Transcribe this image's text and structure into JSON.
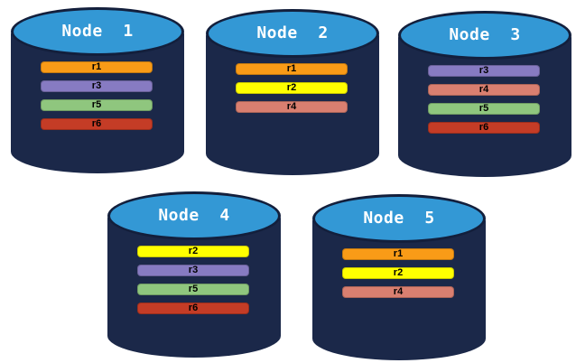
{
  "diagram": {
    "background": "#FFFFFF",
    "colors": {
      "cylinder_body": "#1B2849",
      "cylinder_top": "#3398D5",
      "cylinder_outline": "#131F3C",
      "node_title_text": "#FFFFFF",
      "replica_label_text": "#000000"
    },
    "palette": {
      "r1": "#F99B17",
      "r2": "#FFFF00",
      "r3": "#877BC2",
      "r4": "#D97F70",
      "r5": "#8FC67E",
      "r6": "#C43C26"
    },
    "nodes": [
      {
        "label": "Node  1",
        "replicas": [
          "r1",
          "r3",
          "r5",
          "r6"
        ]
      },
      {
        "label": "Node  2",
        "replicas": [
          "r1",
          "r2",
          "r4"
        ]
      },
      {
        "label": "Node  3",
        "replicas": [
          "r3",
          "r4",
          "r5",
          "r6"
        ]
      },
      {
        "label": "Node  4",
        "replicas": [
          "r2",
          "r3",
          "r5",
          "r6"
        ]
      },
      {
        "label": "Node  5",
        "replicas": [
          "r1",
          "r2",
          "r4"
        ]
      }
    ]
  }
}
